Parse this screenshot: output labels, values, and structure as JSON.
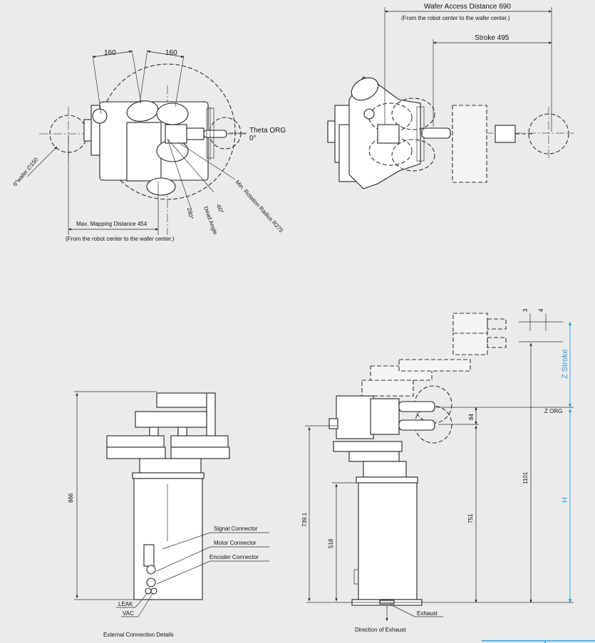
{
  "top_left": {
    "dim_160_a": "160",
    "dim_160_b": "160",
    "theta_org": "Theta ORG",
    "theta_zero": "0°",
    "wafer_size": "6\"wafer ∅150",
    "angle_280": "280°",
    "angle_neg60": "-60°",
    "dead_angle": "Dead Angle",
    "min_rotation": "Min. Rotation Radius R275",
    "max_mapping": "Max. Mapping Distance  454",
    "max_mapping_note": "(From the robot center to the wafer center.)"
  },
  "top_right": {
    "wafer_access": "Wafer Access Distance  690",
    "wafer_access_note": "(From the robot center to the wafer center.)",
    "stroke": "Stroke 495"
  },
  "bottom_left": {
    "dim_866": "866",
    "signal_connector": "Signal Connector",
    "motor_connector": "Motor Connector",
    "encoder_connector": "Encoder Connector",
    "leak": "LEAK",
    "vac": "VAC",
    "caption": "External Connection Details"
  },
  "bottom_right": {
    "dim_3": "3",
    "dim_4": "4",
    "z_stroke": "Z Stroke",
    "z_org": "Z ORG",
    "dim_84": "84",
    "dim_1101": "1101",
    "dim_751": "751",
    "dim_739": "739.1",
    "dim_518": "518",
    "h_label": "H",
    "exhaust": "Exhaust",
    "direction": "Direction of Exhaust"
  },
  "colors": {
    "background": "#ebebeb",
    "line": "#222222",
    "accent": "#2a9fd6"
  }
}
